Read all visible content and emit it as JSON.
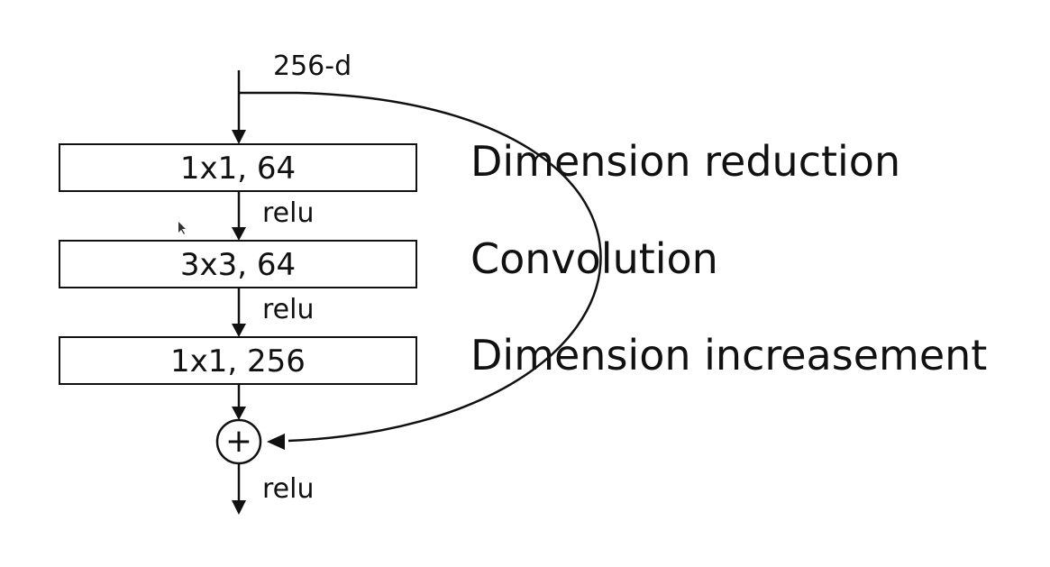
{
  "input": {
    "label": "256-d"
  },
  "layers": [
    {
      "label": "1x1, 64",
      "description": "Dimension reduction",
      "activation": "relu"
    },
    {
      "label": "3x3, 64",
      "description": "Convolution",
      "activation": "relu"
    },
    {
      "label": "1x1, 256",
      "description": "Dimension increasement"
    }
  ],
  "merge": {
    "symbol": "+",
    "activation": "relu"
  }
}
